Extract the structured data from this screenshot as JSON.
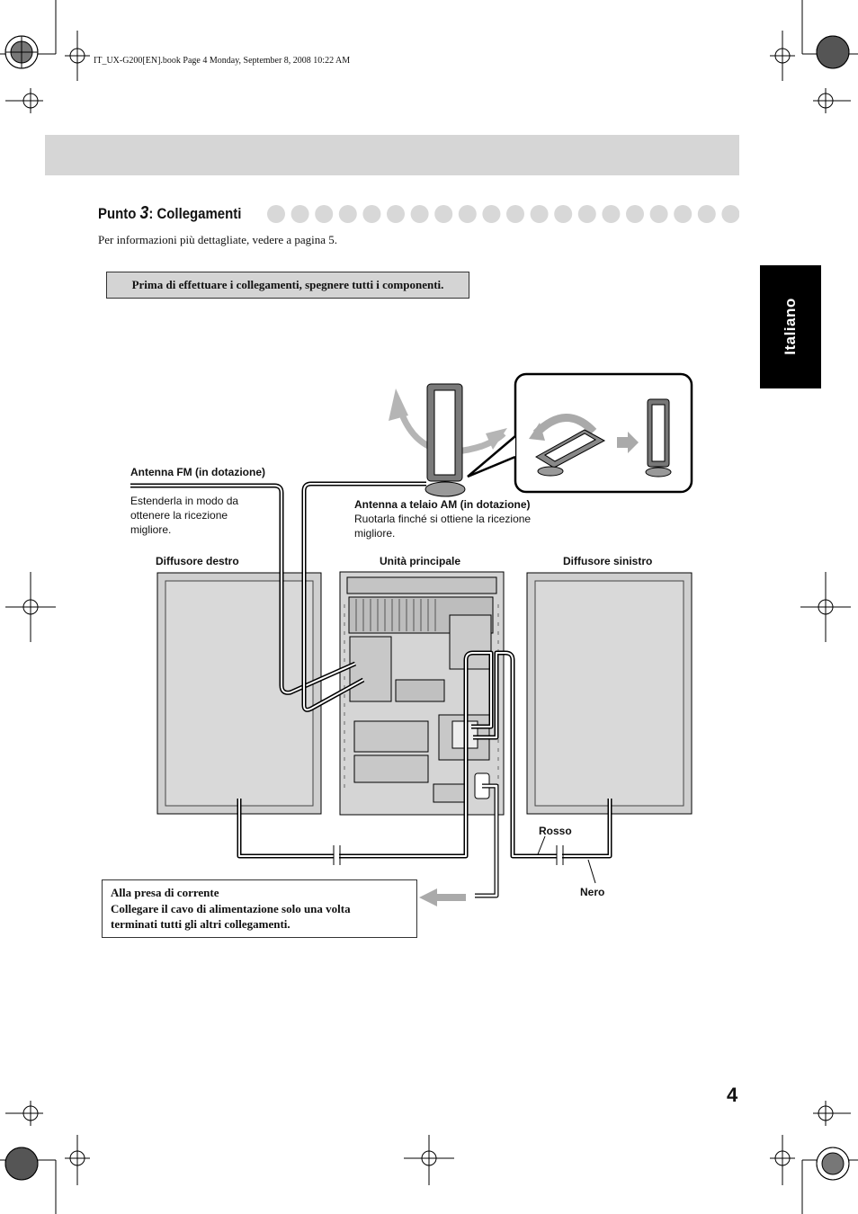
{
  "header": {
    "book_info": "IT_UX-G200[EN].book  Page 4  Monday, September 8, 2008  10:22 AM"
  },
  "section": {
    "title_prefix": "Punto ",
    "title_number": "3",
    "title_suffix": ": Collegamenti",
    "intro": "Per informazioni più dettagliate, vedere a pagina 5."
  },
  "warning": "Prima di effettuare i collegamenti, spegnere tutti i componenti.",
  "language_tab": "Italiano",
  "diagram": {
    "fm_antenna": {
      "title": "Antenna FM (in dotazione)",
      "desc": [
        "Estenderla in modo da",
        "ottenere la ricezione",
        "migliore."
      ]
    },
    "am_antenna": {
      "title": "Antenna a telaio AM (in dotazione)",
      "desc": [
        "Ruotarla finché si ottiene la ricezione",
        "migliore."
      ]
    },
    "right_speaker": "Diffusore destro",
    "main_unit": "Unità principale",
    "left_speaker": "Diffusore sinistro",
    "red": "Rosso",
    "black": "Nero"
  },
  "power_note": {
    "line1": "Alla presa di corrente",
    "line2": "Collegare il cavo di alimentazione solo una volta",
    "line3": "terminati tutti gli altri collegamenti."
  },
  "page_number": "4"
}
